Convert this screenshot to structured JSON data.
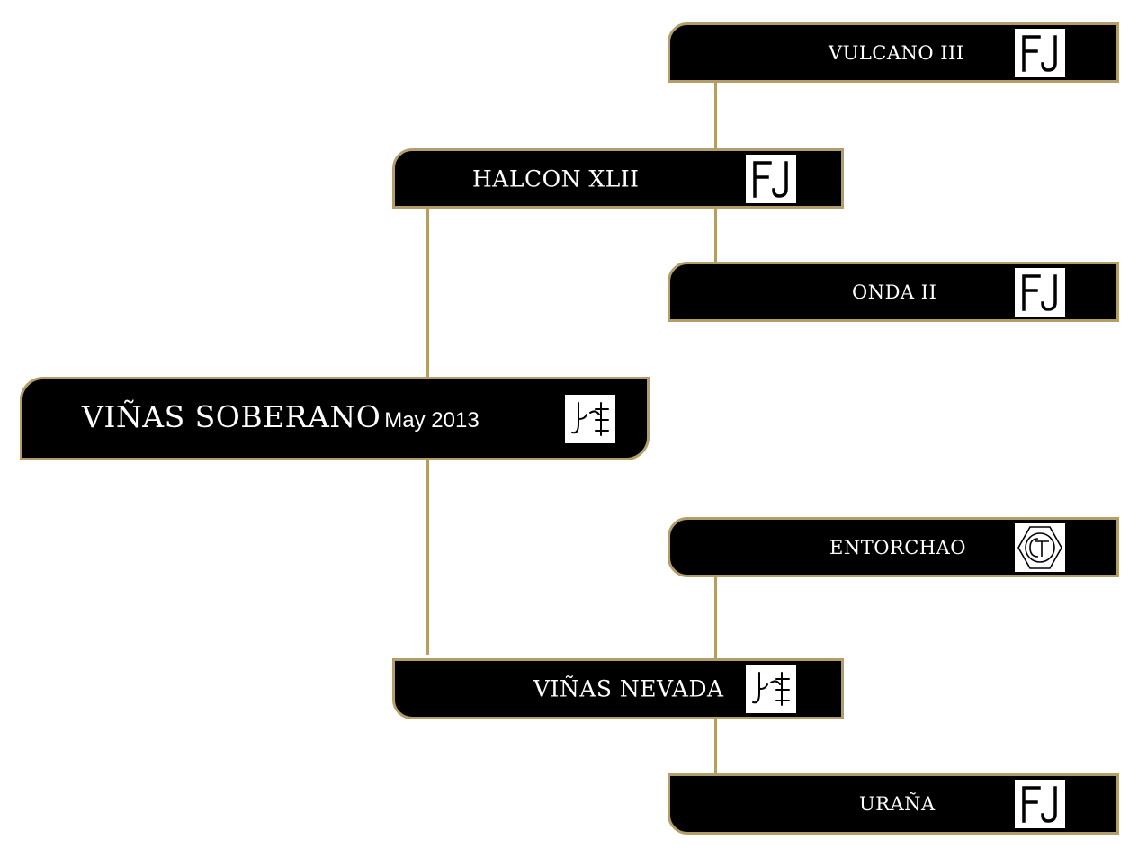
{
  "colors": {
    "box_fill": "#000000",
    "box_border": "#b39e6a",
    "connector": "#b39e6a",
    "text": "#ffffff",
    "brand_bg": "#ffffff"
  },
  "pedigree": {
    "subject": {
      "name": "VIÑAS SOBERANO",
      "date": "May 2013",
      "brand_icon": "jh-brand-icon"
    },
    "sire": {
      "name": "HALCON XLII",
      "brand_icon": "fj-brand-icon"
    },
    "sire_sire": {
      "name": "VULCANO III",
      "brand_icon": "fj-brand-icon"
    },
    "sire_dam": {
      "name": "ONDA II",
      "brand_icon": "fj-brand-icon"
    },
    "dam": {
      "name": "VIÑAS NEVADA",
      "brand_icon": "jh-brand-icon"
    },
    "dam_sire": {
      "name": "ENTORCHAO",
      "brand_icon": "ct-hexagon-brand-icon"
    },
    "dam_dam": {
      "name": "URAÑA",
      "brand_icon": "fj-brand-icon"
    }
  }
}
